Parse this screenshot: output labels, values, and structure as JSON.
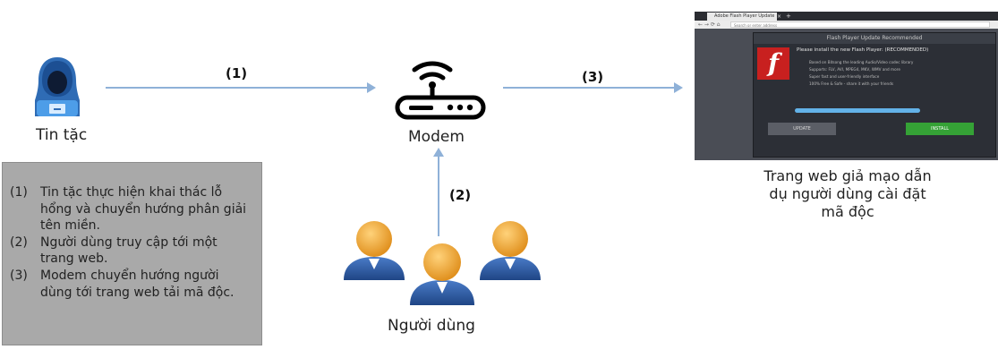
{
  "steps": {
    "one": "(1)",
    "two": "(2)",
    "three": "(3)"
  },
  "nodes": {
    "hacker": "Tin tặc",
    "modem": "Modem",
    "users": "Người dùng",
    "fake_site_caption": "Trang web giả mạo dẫn dụ người dùng cài đặt mã độc"
  },
  "legend": [
    {
      "num": "(1)",
      "text": "Tin tặc thực hiện khai thác lỗ hổng và chuyển hướng phân giải tên miền."
    },
    {
      "num": "(2)",
      "text": "Người dùng truy cập tới một trang web."
    },
    {
      "num": "(3)",
      "text": "Modem chuyển hướng người dùng tới trang web tải mã độc."
    }
  ],
  "browser": {
    "tab_title": "Adobe Flash Player Update",
    "url_placeholder": "Search or enter address",
    "modal_header": "Flash Player Update Recommended",
    "modal_title": "Please install the new Flash Player: (RECOMMENDED)",
    "bullets": [
      "Based on Bitsong the leading Audio/Video codec library",
      "Supports: FLV, AVI, MPEG4, MKV, WMV and more",
      "Super fast and user-friendly interface",
      "100% Free & Safe - share it with your friends"
    ],
    "update_label": "UPDATE",
    "install_label": "INSTALL"
  },
  "colors": {
    "arrow": "#8fb1d8",
    "legend_bg": "#a9a9a9",
    "person_head": "#f2a93b",
    "person_body": "#2d5aa0",
    "flash_red": "#c8201f",
    "install_green": "#35a236"
  }
}
